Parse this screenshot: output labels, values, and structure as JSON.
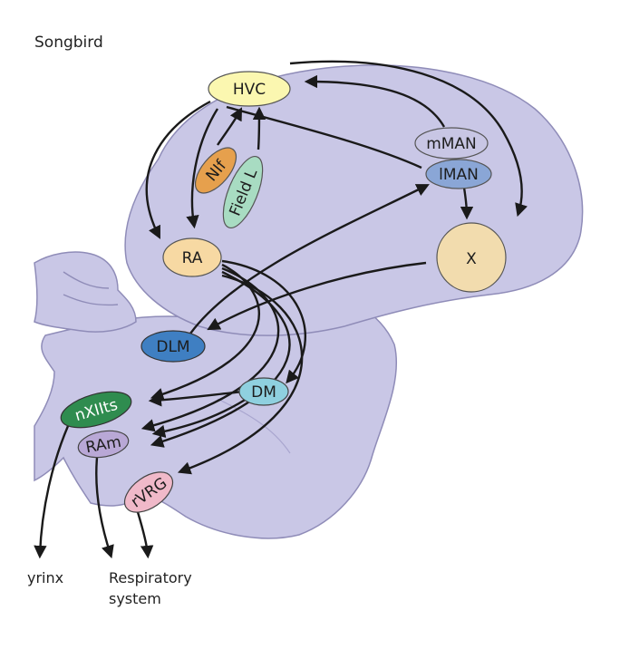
{
  "title": "Songbird",
  "colors": {
    "brain": "#c9c7e6",
    "brain_stroke": "#8f8cb8",
    "hvc": "#fbf7b0",
    "nif": "#e6a04d",
    "field_l": "#a8dcc2",
    "mman": "#c8c6e4",
    "lman": "#8aa6d6",
    "x": "#f2dcae",
    "ra": "#f7d9a3",
    "dlm": "#3f7fc2",
    "dm": "#8fd0df",
    "nxiits": "#2f8c4f",
    "ram": "#b9a8d6",
    "rvrg": "#f0b9c9"
  },
  "nuclei": [
    {
      "id": "hvc",
      "label": "HVC"
    },
    {
      "id": "nif",
      "label": "NIf"
    },
    {
      "id": "field_l",
      "label": "Field L"
    },
    {
      "id": "mman",
      "label": "mMAN"
    },
    {
      "id": "lman",
      "label": "lMAN"
    },
    {
      "id": "x",
      "label": "X"
    },
    {
      "id": "ra",
      "label": "RA"
    },
    {
      "id": "dlm",
      "label": "DLM"
    },
    {
      "id": "dm",
      "label": "DM"
    },
    {
      "id": "nxiits",
      "label": "nXIIts"
    },
    {
      "id": "ram",
      "label": "RAm"
    },
    {
      "id": "rvrg",
      "label": "rVRG"
    }
  ],
  "outputs": {
    "syrinx": "yrinx",
    "respiratory_line1": "Respiratory",
    "respiratory_line2": "system"
  }
}
